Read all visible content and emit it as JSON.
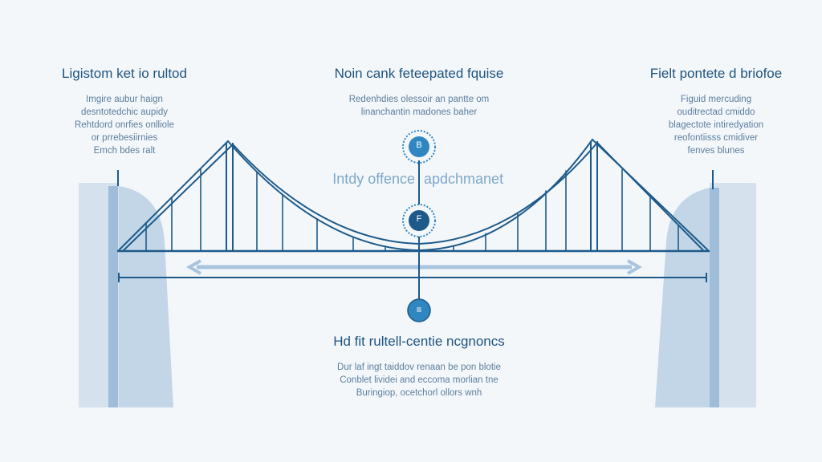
{
  "left": {
    "title": "Ligistom ket io rultod",
    "lines": [
      "Imgire aubur haign",
      "desntotedchic aupidy",
      "Rehtdord onrfies onlliole",
      "or prrebesiirnies",
      "Emch bdes ralt"
    ]
  },
  "center": {
    "title": "Noin cank feteepated fquise",
    "lines": [
      "Redenhdies olessoir an pantte om",
      "linanchantin madones baher"
    ]
  },
  "right": {
    "title": "Fielt pontete d briofoe",
    "lines": [
      "Figuid mercuding",
      "ouditrectad cmiddo",
      "blagectote intiredyation",
      "reofontiisss cmidiver",
      "fenves blunes"
    ]
  },
  "middle_label": {
    "left": "Intdy offence",
    "right": "apdchmanet"
  },
  "bottom": {
    "title": "Hd fit rultell-centie ncgnoncs",
    "lines": [
      "Dur laf ingt taiddov renaan be pon blotie",
      "Conblet lividei and eccoma morlian tne",
      "Buringiop, ocetchorl ollors wnh"
    ]
  },
  "nodes": [
    {
      "glyph": "B"
    },
    {
      "glyph": "F"
    },
    {
      "glyph": "≡"
    }
  ],
  "colors": {
    "primary": "#1d5a8a",
    "accent": "#2f86c0",
    "pillar": "#c9d9e8"
  }
}
